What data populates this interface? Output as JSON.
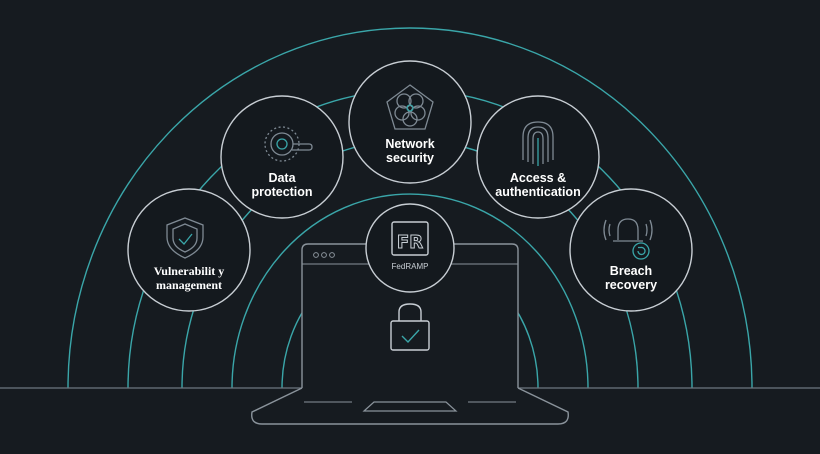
{
  "colors": {
    "background": "#161b20",
    "arc": "#3aa6a9",
    "line": "#6e7780",
    "node_fill": "#14191e",
    "node_border": "#c8ced4",
    "icon": "#7f8a94",
    "text": "#ffffff"
  },
  "nodes": [
    {
      "id": "vulnerability",
      "icon": "shield-icon",
      "lines": [
        "Vulnerabilit y",
        "management"
      ]
    },
    {
      "id": "data-protection",
      "icon": "data-protection-icon",
      "lines": [
        "Data",
        "protection"
      ]
    },
    {
      "id": "network-security",
      "icon": "network-pentagon-icon",
      "lines": [
        "Network",
        "security"
      ]
    },
    {
      "id": "access",
      "icon": "fingerprint-icon",
      "lines": [
        "Access &",
        "authentication"
      ]
    },
    {
      "id": "breach",
      "icon": "alarm-recovery-icon",
      "lines": [
        "Breach",
        "recovery"
      ]
    }
  ],
  "fedramp": {
    "icon": "fedramp-logo-icon",
    "logo_text": "FR",
    "label": "FedRAMP"
  },
  "laptop": {
    "icon": "lock-check-icon"
  }
}
